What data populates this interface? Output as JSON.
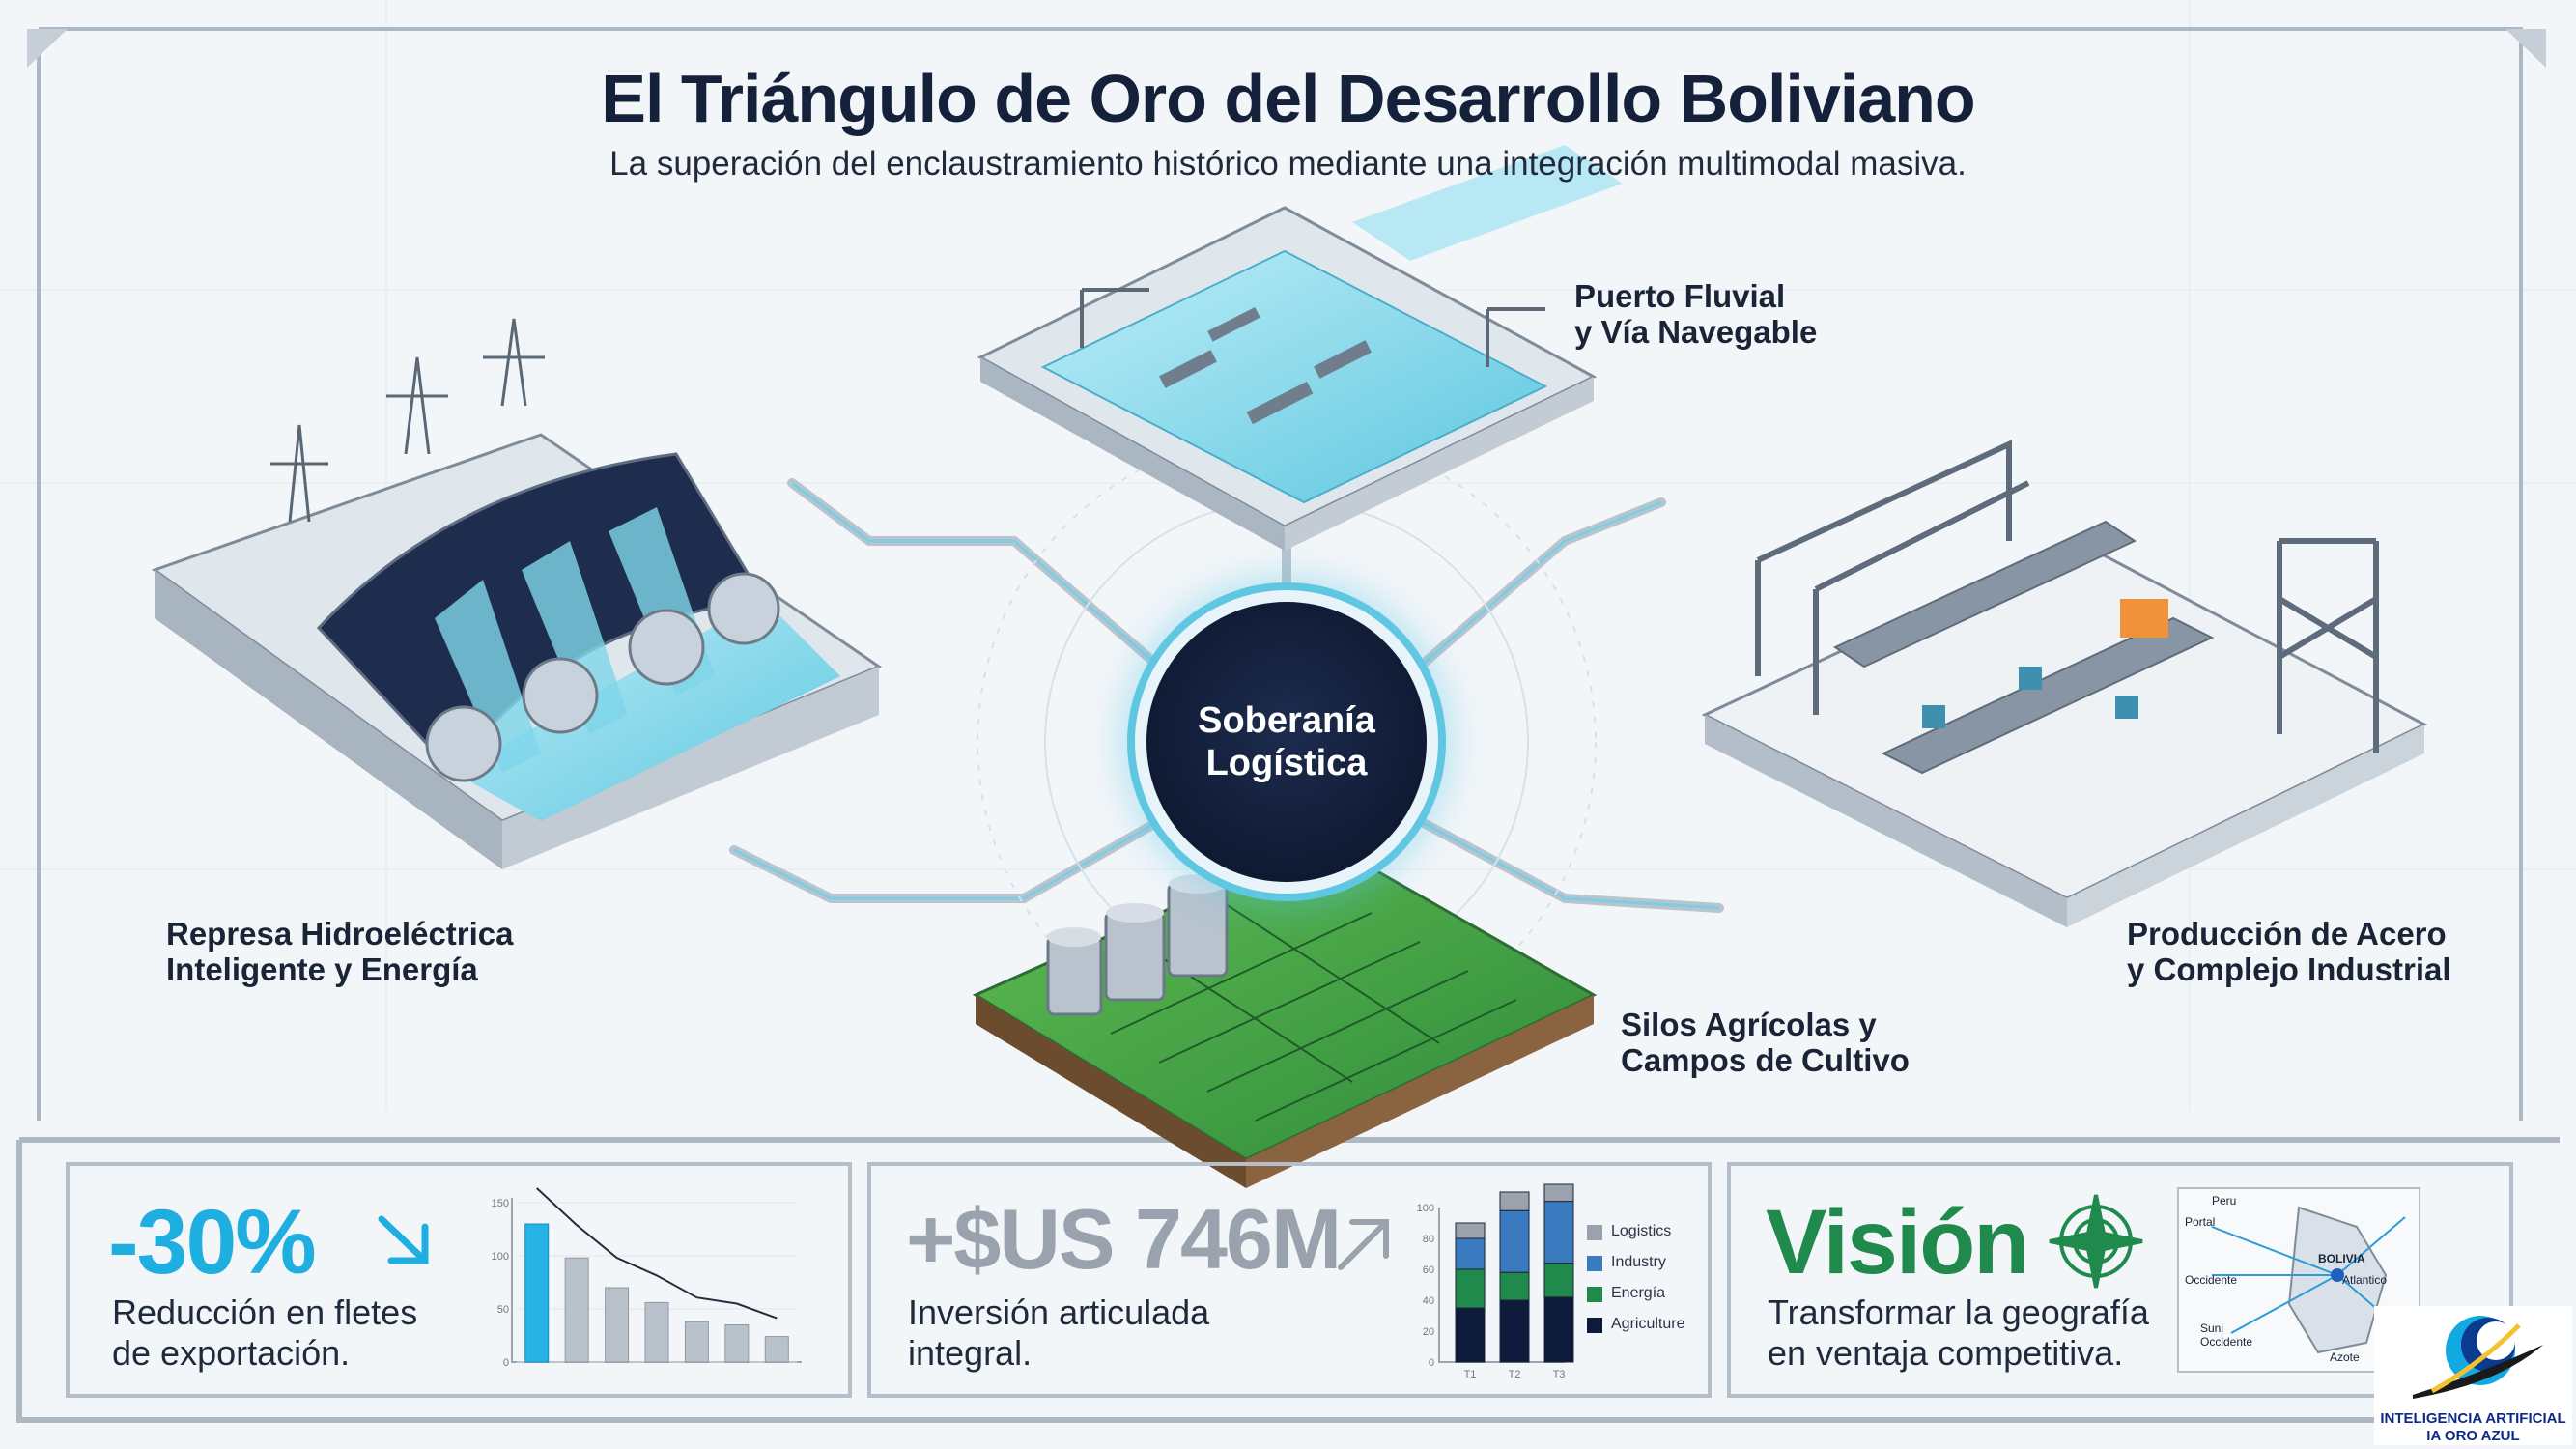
{
  "header": {
    "title": "El Triángulo de Oro del Desarrollo Boliviano",
    "subtitle": "La superación del enclaustramiento histórico mediante una integración multimodal masiva."
  },
  "hub": {
    "label": "Soberanía Logística"
  },
  "nodes": {
    "port": {
      "line1": "Puerto Fluvial",
      "line2": "y Vía Navegable"
    },
    "dam": {
      "line1": "Represa Hidroeléctrica",
      "line2": "Inteligente y Energía"
    },
    "steel": {
      "line1": "Producción de Acero",
      "line2": "y Complejo Industrial"
    },
    "silos": {
      "line1": "Silos Agrícolas y",
      "line2": "Campos de Cultivo"
    }
  },
  "stats": {
    "freight": {
      "value": "-30%",
      "desc1": "Reducción en fletes",
      "desc2": "de exportación.",
      "color": "#1eaee0"
    },
    "investment": {
      "value": "+$US 746M",
      "desc1": "Inversión articulada",
      "desc2": "integral.",
      "color": "#9aa3ad"
    },
    "vision": {
      "value": "Visión",
      "desc1": "Transformar la geografía",
      "desc2": "en ventaja competitiva.",
      "color": "#1f8a4c"
    }
  },
  "chart_data": [
    {
      "type": "bar",
      "values": [
        130,
        98,
        70,
        56,
        38,
        35,
        24
      ],
      "ylim": [
        0,
        150
      ],
      "ticks": [
        0,
        50,
        100,
        150
      ],
      "trend": "decreasing",
      "color": "#26b3e6"
    },
    {
      "type": "bar",
      "stacked": true,
      "categories": [
        "T1",
        "T2",
        "T3"
      ],
      "series": [
        {
          "name": "Agriculture",
          "values": [
            35,
            40,
            42
          ],
          "color": "#0e1a3a"
        },
        {
          "name": "Energía",
          "values": [
            25,
            18,
            22
          ],
          "color": "#1f8a4c"
        },
        {
          "name": "Industry",
          "values": [
            20,
            40,
            40
          ],
          "color": "#3a7bbf"
        },
        {
          "name": "Logistics",
          "values": [
            10,
            12,
            11
          ],
          "color": "#9aa3ad"
        }
      ],
      "ylim": [
        0,
        100
      ],
      "ticks": [
        0,
        20,
        40,
        60,
        80,
        100
      ]
    }
  ],
  "map": {
    "labels": [
      "Peru",
      "Portal",
      "BOLIVIA",
      "Occidente",
      "Suni Occidente",
      "Atlantico",
      "Azote"
    ]
  },
  "logo": {
    "line1": "INTELIGENCIA ARTIFICIAL",
    "line2": "IA ORO AZUL"
  }
}
